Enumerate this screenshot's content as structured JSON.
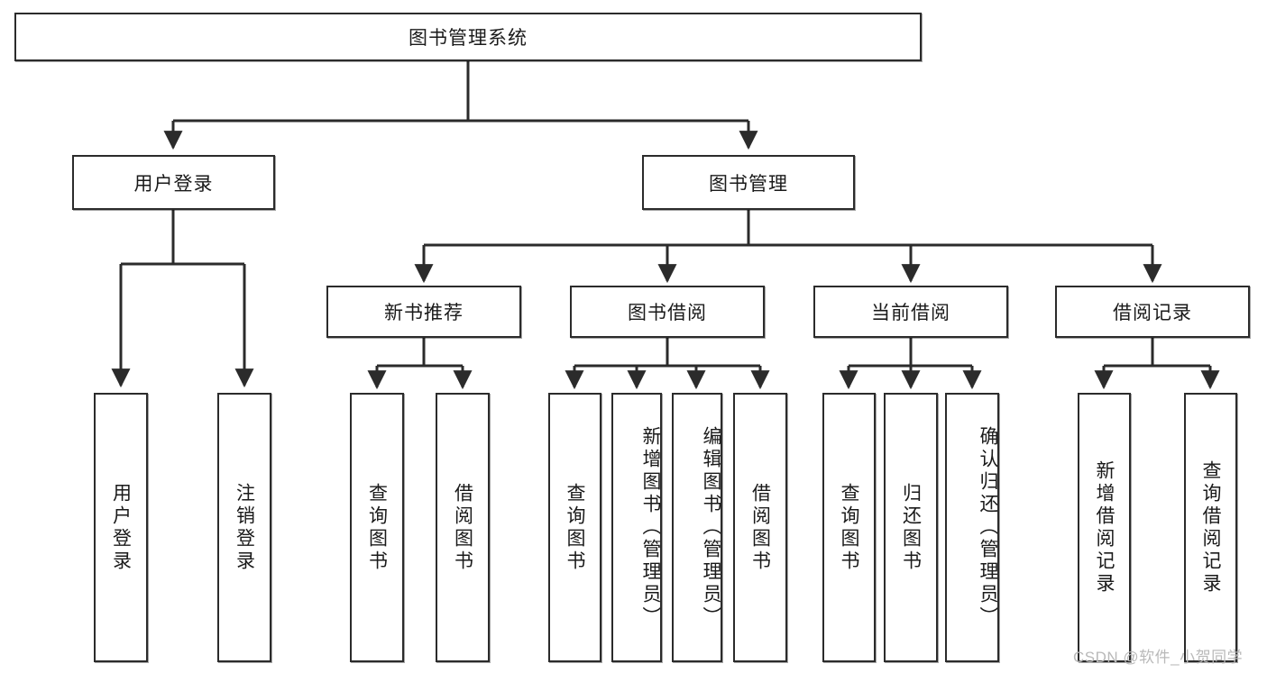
{
  "diagram": {
    "title_node": {
      "label": "图书管理系统"
    },
    "level2": [
      {
        "id": "user-login",
        "label": "用户登录"
      },
      {
        "id": "book-management",
        "label": "图书管理"
      }
    ],
    "level3": [
      {
        "id": "new-book-recommend",
        "label": "新书推荐"
      },
      {
        "id": "book-borrow",
        "label": "图书借阅"
      },
      {
        "id": "current-borrow",
        "label": "当前借阅"
      },
      {
        "id": "borrow-record",
        "label": "借阅记录"
      }
    ],
    "leaves": {
      "user_login": [
        {
          "id": "leaf-user-login",
          "label": "用户登录"
        },
        {
          "id": "leaf-logout-login",
          "label": "注销登录"
        }
      ],
      "new_book_recommend": [
        {
          "id": "leaf-query-book-1",
          "label": "查询图书"
        },
        {
          "id": "leaf-borrow-book-1",
          "label": "借阅图书"
        }
      ],
      "book_borrow": [
        {
          "id": "leaf-query-book-2",
          "label": "查询图书"
        },
        {
          "id": "leaf-add-book",
          "label": "新增图书（管理员）"
        },
        {
          "id": "leaf-edit-book",
          "label": "编辑图书（管理员）"
        },
        {
          "id": "leaf-borrow-book-2",
          "label": "借阅图书"
        }
      ],
      "current_borrow": [
        {
          "id": "leaf-query-book-3",
          "label": "查询图书"
        },
        {
          "id": "leaf-return-book",
          "label": "归还图书"
        },
        {
          "id": "leaf-confirm-return",
          "label": "确认归还（管理员）"
        }
      ],
      "borrow_record": [
        {
          "id": "leaf-add-borrow-record",
          "label": "新增借阅记录"
        },
        {
          "id": "leaf-query-borrow-record",
          "label": "查询借阅记录"
        }
      ]
    }
  },
  "watermark": {
    "text": "CSDN @软件_小贺同学"
  },
  "colors": {
    "stroke": "#2b2b2b",
    "text": "#1a1a1a",
    "background": "#ffffff",
    "watermark": "#b9b9b9"
  }
}
